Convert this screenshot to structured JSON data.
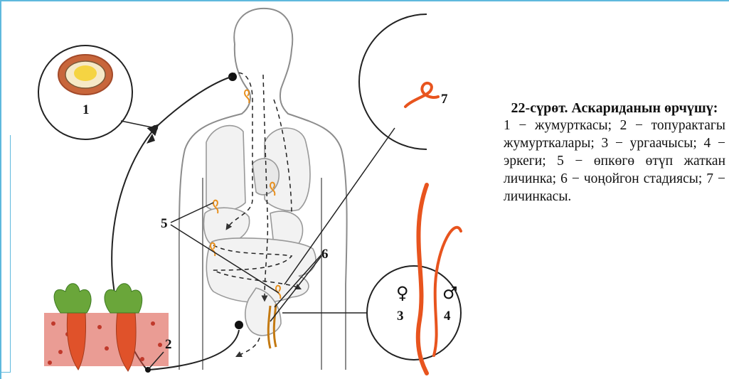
{
  "caption": {
    "title": "22-сүрөт. Аскариданын өрчүшү:",
    "body": "1 − жумурткасы; 2 − топурактагы жумурткалары; 3 − ургаачысы; 4 − эркеги; 5 − өпкөгө өтүп жаткан личинка; 6 − чоңойгон стадиясы; 7 − личинкасы."
  },
  "labels": {
    "egg": "1",
    "soil_eggs": "2",
    "female": "3",
    "male": "4",
    "larva_to_lungs": "5",
    "adult_stage": "6",
    "larva": "7",
    "female_symbol": "♀",
    "male_symbol": "♂"
  },
  "colors": {
    "outline": "#8c8c8c",
    "worm": "#e8541e",
    "worm_light": "#f2a43a",
    "carrot": "#e0522a",
    "leaves": "#6aa63a",
    "soil": "#d94a3c",
    "frame": "#5fb9dd"
  }
}
